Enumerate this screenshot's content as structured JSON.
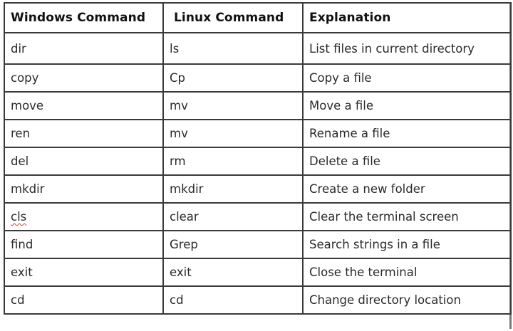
{
  "table": {
    "headers": [
      "Windows Command",
      "Linux Command",
      "Explanation"
    ],
    "rows": [
      {
        "windows": "dir",
        "linux": "ls",
        "explanation": "List files in current directory"
      },
      {
        "windows": "copy",
        "linux": "Cp",
        "explanation": "Copy a file"
      },
      {
        "windows": "move",
        "linux": "mv",
        "explanation": "Move a file"
      },
      {
        "windows": "ren",
        "linux": "mv",
        "explanation": "Rename a file"
      },
      {
        "windows": "del",
        "linux": "rm",
        "explanation": "Delete a file"
      },
      {
        "windows": "mkdir",
        "linux": "mkdir",
        "explanation": "Create a new folder"
      },
      {
        "windows": "cls",
        "linux": "clear",
        "explanation": "Clear the terminal screen"
      },
      {
        "windows": "find",
        "linux": "Grep",
        "explanation": "Search strings in a file"
      },
      {
        "windows": "exit",
        "linux": "exit",
        "explanation": "Close the terminal"
      },
      {
        "windows": "cd",
        "linux": "cd",
        "explanation": "Change directory location"
      }
    ]
  },
  "colors": {
    "border": "#3a3a3a",
    "text": "#2a2a2a",
    "header_text": "#111111",
    "spellcheck_underline": "#d23a3a"
  }
}
